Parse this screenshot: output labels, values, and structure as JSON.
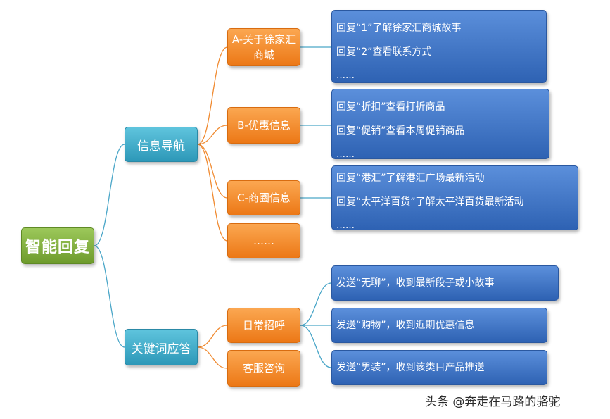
{
  "diagram": {
    "root": {
      "label": "智能回复"
    },
    "categories": [
      {
        "label": "信息导航",
        "items": [
          {
            "label": "A-关于徐家汇商城",
            "details": [
              "回复“1”了解徐家汇商城故事",
              "回复“2”查看联系方式",
              "……"
            ]
          },
          {
            "label": "B-优惠信息",
            "details": [
              "回复“折扣”查看打折商品",
              "回复“促销”查看本周促销商品",
              "……"
            ]
          },
          {
            "label": "C-商圈信息",
            "details": [
              "回复“港汇”了解港汇广场最新活动",
              "回复“太平洋百货”了解太平洋百货最新活动",
              "……"
            ]
          },
          {
            "label": "……",
            "details": []
          }
        ]
      },
      {
        "label": "关键词应答",
        "items": [
          {
            "label": "日常招呼",
            "details": [
              "发送“无聊”，收到最新段子或小故事",
              "发送“购物”，收到近期优惠信息",
              "发送“男装”，收到该类目产品推送"
            ]
          },
          {
            "label": "客服咨询",
            "details": []
          }
        ]
      }
    ],
    "colors": {
      "root": "#7fae3e",
      "level1": "#3ab0cf",
      "level2": "#f28a25",
      "level3": "#3a70c4",
      "link_blue": "#4aa6c8",
      "link_orange": "#f08a30"
    }
  },
  "watermark": "头条 @奔走在马路的骆驼"
}
